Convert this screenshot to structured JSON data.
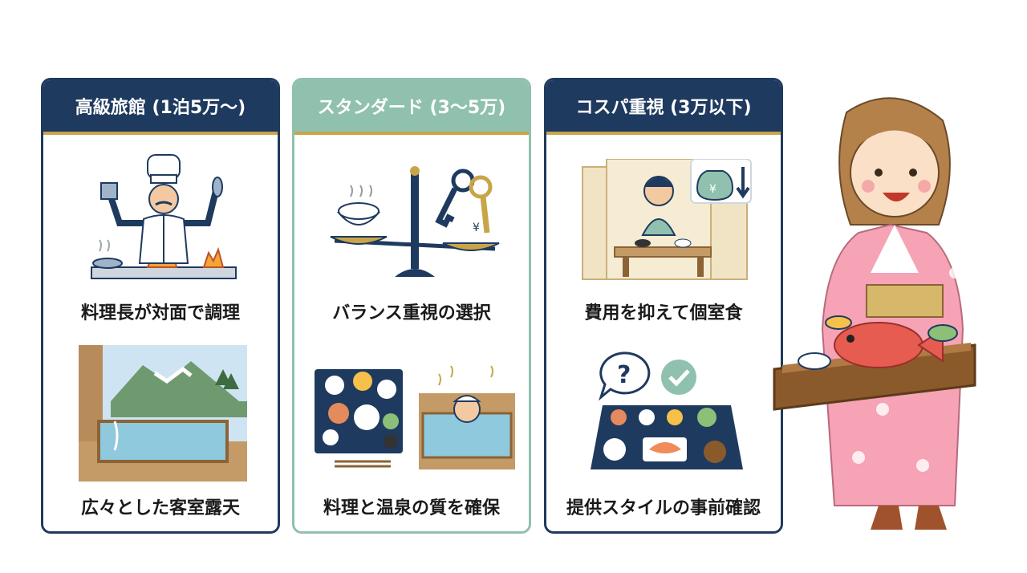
{
  "cards": [
    {
      "header": "高級旅館 (1泊5万〜)",
      "caption_top": "料理長が対面で調理",
      "caption_bottom": "広々とした客室露天"
    },
    {
      "header": "スタンダード (3〜5万)",
      "caption_top": "バランス重視の選択",
      "caption_bottom": "料理と温泉の質を確保"
    },
    {
      "header": "コスパ重視 (3万以下)",
      "caption_top": "費用を抑えて個室食",
      "caption_bottom": "提供スタイルの事前確認"
    }
  ],
  "icons": {
    "yen_symbol": "¥",
    "question_symbol": "?"
  },
  "colors": {
    "navy": "#1f3a5f",
    "sage": "#8fc1ae",
    "gold": "#c9a54a"
  }
}
